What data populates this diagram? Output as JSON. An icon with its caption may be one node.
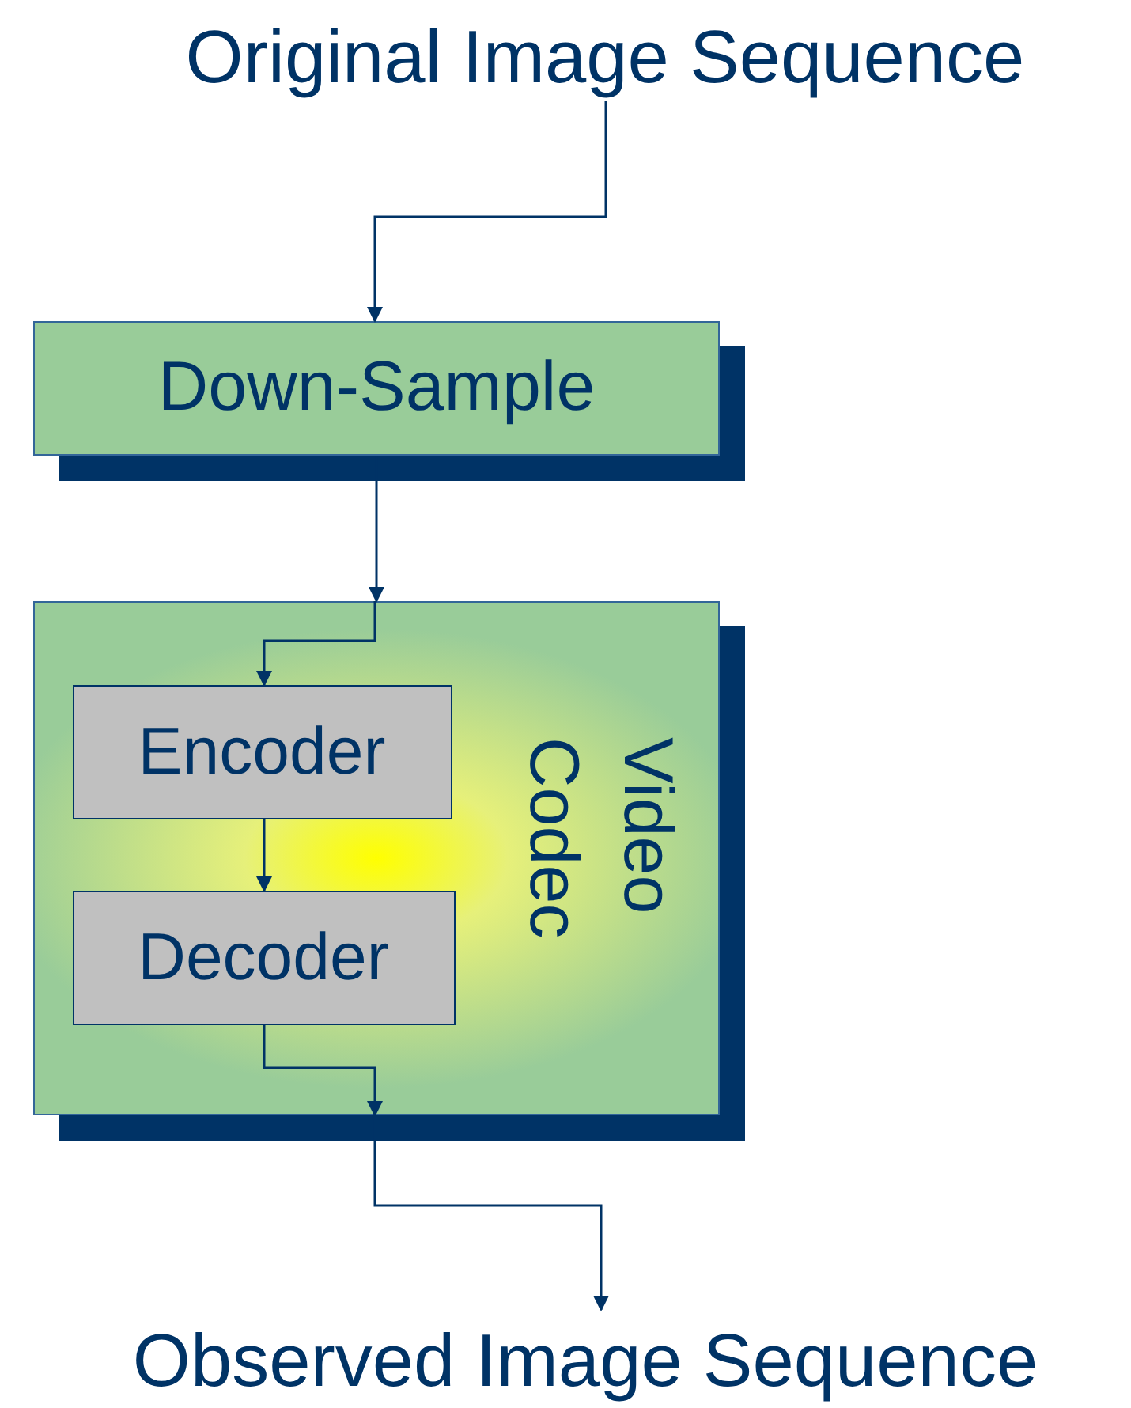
{
  "diagram": {
    "nodes": [
      {
        "text": [
          "Original Image Sequence"
        ]
      },
      {
        "text": [
          "Down-Sample"
        ]
      },
      {
        "text": [
          "Video Codec"
        ]
      },
      {
        "text": [
          "Encoder"
        ],
        "in": 2
      },
      {
        "text": [
          "Decoder"
        ],
        "in": 2
      },
      {
        "text": [
          "Observed Image Sequence"
        ]
      }
    ],
    "edges": [
      {
        "from": 0,
        "to": 1,
        "arrow": "to"
      },
      {
        "from": 1,
        "to": 2,
        "arrow": "to"
      },
      {
        "from": 2,
        "to": 3,
        "arrow": "to"
      },
      {
        "from": 3,
        "to": 4,
        "arrow": "to"
      },
      {
        "from": 4,
        "to": 2,
        "arrow": "to"
      },
      {
        "from": 2,
        "to": 5,
        "arrow": "to"
      }
    ]
  }
}
